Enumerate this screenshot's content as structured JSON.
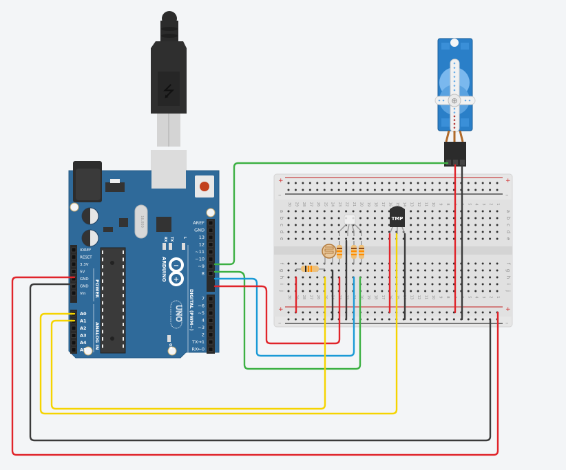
{
  "arduino": {
    "brand": "ARDUINO",
    "model": "UNO",
    "on_label": "ON",
    "led_labels": [
      "RX",
      "TX",
      "L"
    ],
    "power_header_title": "POWER",
    "power_pins": [
      "IOREF",
      "RESET",
      "3.3V",
      "5V",
      "GND",
      "GND",
      "Vin"
    ],
    "analog_header_title": "ANALOG IN",
    "analog_pins": [
      "A0",
      "A1",
      "A2",
      "A3",
      "A4",
      "A5"
    ],
    "digital_header_title": "DIGITAL (PWM~)",
    "digital_top_pins": [
      "AREF",
      "GND",
      "13",
      "12",
      "~11",
      "~10",
      "~9",
      "8"
    ],
    "digital_bottom_pins": [
      "7",
      "~6",
      "~5",
      "4",
      "~3",
      "2",
      "TX→1",
      "RX←0"
    ],
    "crystal_label": "16.000"
  },
  "breadboard": {
    "column_numbers": [
      "30",
      "29",
      "28",
      "27",
      "26",
      "25",
      "24",
      "23",
      "22",
      "21",
      "20",
      "19",
      "18",
      "17",
      "16",
      "15",
      "14",
      "13",
      "12",
      "11",
      "10",
      "9",
      "8",
      "7",
      "6",
      "5",
      "4",
      "3",
      "2",
      "1"
    ],
    "top_rows": [
      "a",
      "b",
      "c",
      "d",
      "e"
    ],
    "bottom_rows": [
      "f",
      "g",
      "h",
      "i",
      "j"
    ],
    "plus_label": "+",
    "minus_label": "–"
  },
  "components": {
    "temp_sensor_label": "TMP",
    "servo": "micro servo",
    "photoresistor": "photoresistor",
    "rgb_led": "rgb led",
    "resistors": 4,
    "usb_cable": "usb cable"
  },
  "colors": {
    "background": "#f3f5f7",
    "board": "#2f6a9a",
    "wire_red": "#e0242a",
    "wire_black": "#3a3a3a",
    "wire_green": "#3cb043",
    "wire_blue": "#1a9ad6",
    "wire_yellow": "#f5d400",
    "servo_blue": "#2a7fc8"
  },
  "wires": [
    {
      "name": "wire-5v",
      "color": "red",
      "from": "5V",
      "to": "breadboard + rail"
    },
    {
      "name": "wire-gnd",
      "color": "black",
      "from": "GND",
      "to": "breadboard - rail"
    },
    {
      "name": "wire-a0",
      "color": "yellow",
      "from": "A0",
      "to": "TMP output"
    },
    {
      "name": "wire-a1",
      "color": "yellow",
      "from": "A1",
      "to": "photoresistor"
    },
    {
      "name": "wire-d11",
      "color": "green",
      "from": "~11",
      "to": "servo signal"
    },
    {
      "name": "wire-d10",
      "color": "green",
      "from": "~10",
      "to": "rgb led"
    },
    {
      "name": "wire-d9",
      "color": "blue",
      "from": "~9",
      "to": "rgb led"
    },
    {
      "name": "wire-d8",
      "color": "red",
      "from": "8",
      "to": "rgb led"
    }
  ]
}
